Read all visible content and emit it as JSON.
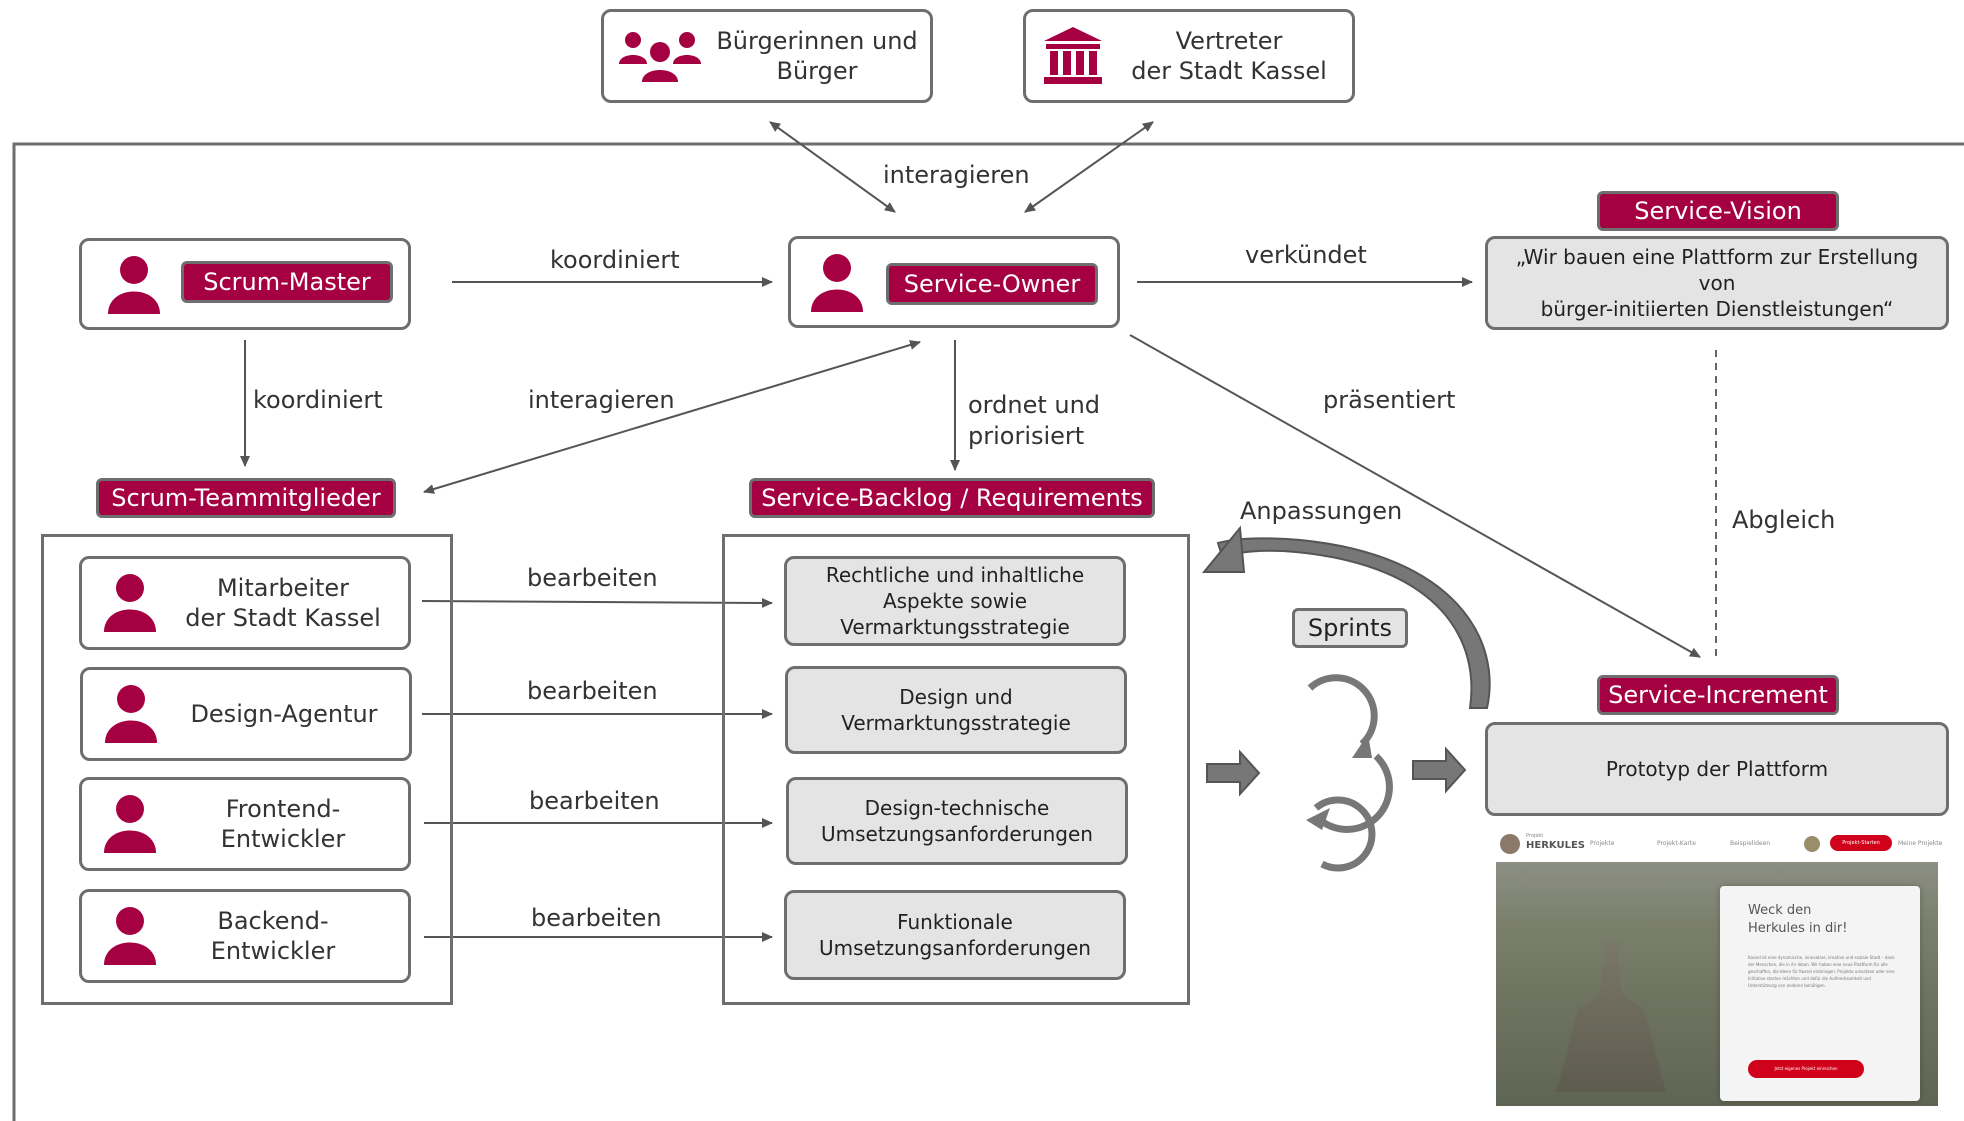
{
  "stakeholders": {
    "citizens": "Bürgerinnen und\nBürger",
    "city": "Vertreter\nder Stadt Kassel"
  },
  "tags": {
    "scrum_master": "Scrum-Master",
    "service_owner": "Service-Owner",
    "service_vision": "Service-Vision",
    "team": "Scrum-Teammitglieder",
    "backlog": "Service-Backlog / Requirements",
    "increment": "Service-Increment"
  },
  "labels": {
    "interagieren_top": "interagieren",
    "koordiniert_h": "koordiniert",
    "koordiniert_v": "koordiniert",
    "verkuendet": "verkündet",
    "interagieren_mid": "interagieren",
    "ordnet": "ordnet und\npriorisiert",
    "praesentiert": "präsentiert",
    "anpassungen": "Anpassungen",
    "abgleich": "Abgleich",
    "sprints": "Sprints",
    "bearbeiten_1": "bearbeiten",
    "bearbeiten_2": "bearbeiten",
    "bearbeiten_3": "bearbeiten",
    "bearbeiten_4": "bearbeiten"
  },
  "vision_text": "„Wir bauen eine Plattform zur Erstellung von\nbürger-initiierten Dienstleistungen“",
  "team_members": [
    "Mitarbeiter\nder Stadt Kassel",
    "Design-Agentur",
    "Frontend-\nEntwickler",
    "Backend-\nEntwickler"
  ],
  "backlog_items": [
    "Rechtliche und inhaltliche\nAspekte sowie\nVermarktungsstrategie",
    "Design und\nVermarktungsstrategie",
    "Design-technische\nUmsetzungsanforderungen",
    "Funktionale\nUmsetzungsanforderungen"
  ],
  "increment_text": "Prototyp der Plattform",
  "prototype": {
    "logo_small": "Projekt",
    "logo": "HERKULES",
    "nav": [
      "Projekte",
      "Projekt-Karte",
      "Beispielideen"
    ],
    "cta": "Projekt-Starten",
    "profile": "Meine Projekte",
    "headline": "Weck den\nHerkules in dir!",
    "body": "Kassel ist eine dynamische, innovative, kreative und soziale Stadt – dank der Menschen, die in ihr leben. Wir haben eine neue Plattform für alle geschaffen, die Ideen für Kassel einbringen. Projekte umsetzen oder eine Initiative starten möchten und dafür die Aufmerksamkeit und Unterstützung von anderen benötigen.",
    "button": "Jetzt eigenes Projekt einreichen"
  },
  "colors": {
    "accent": "#a50042",
    "border": "#6e6e6e",
    "box_fill": "#e4e4e4"
  }
}
